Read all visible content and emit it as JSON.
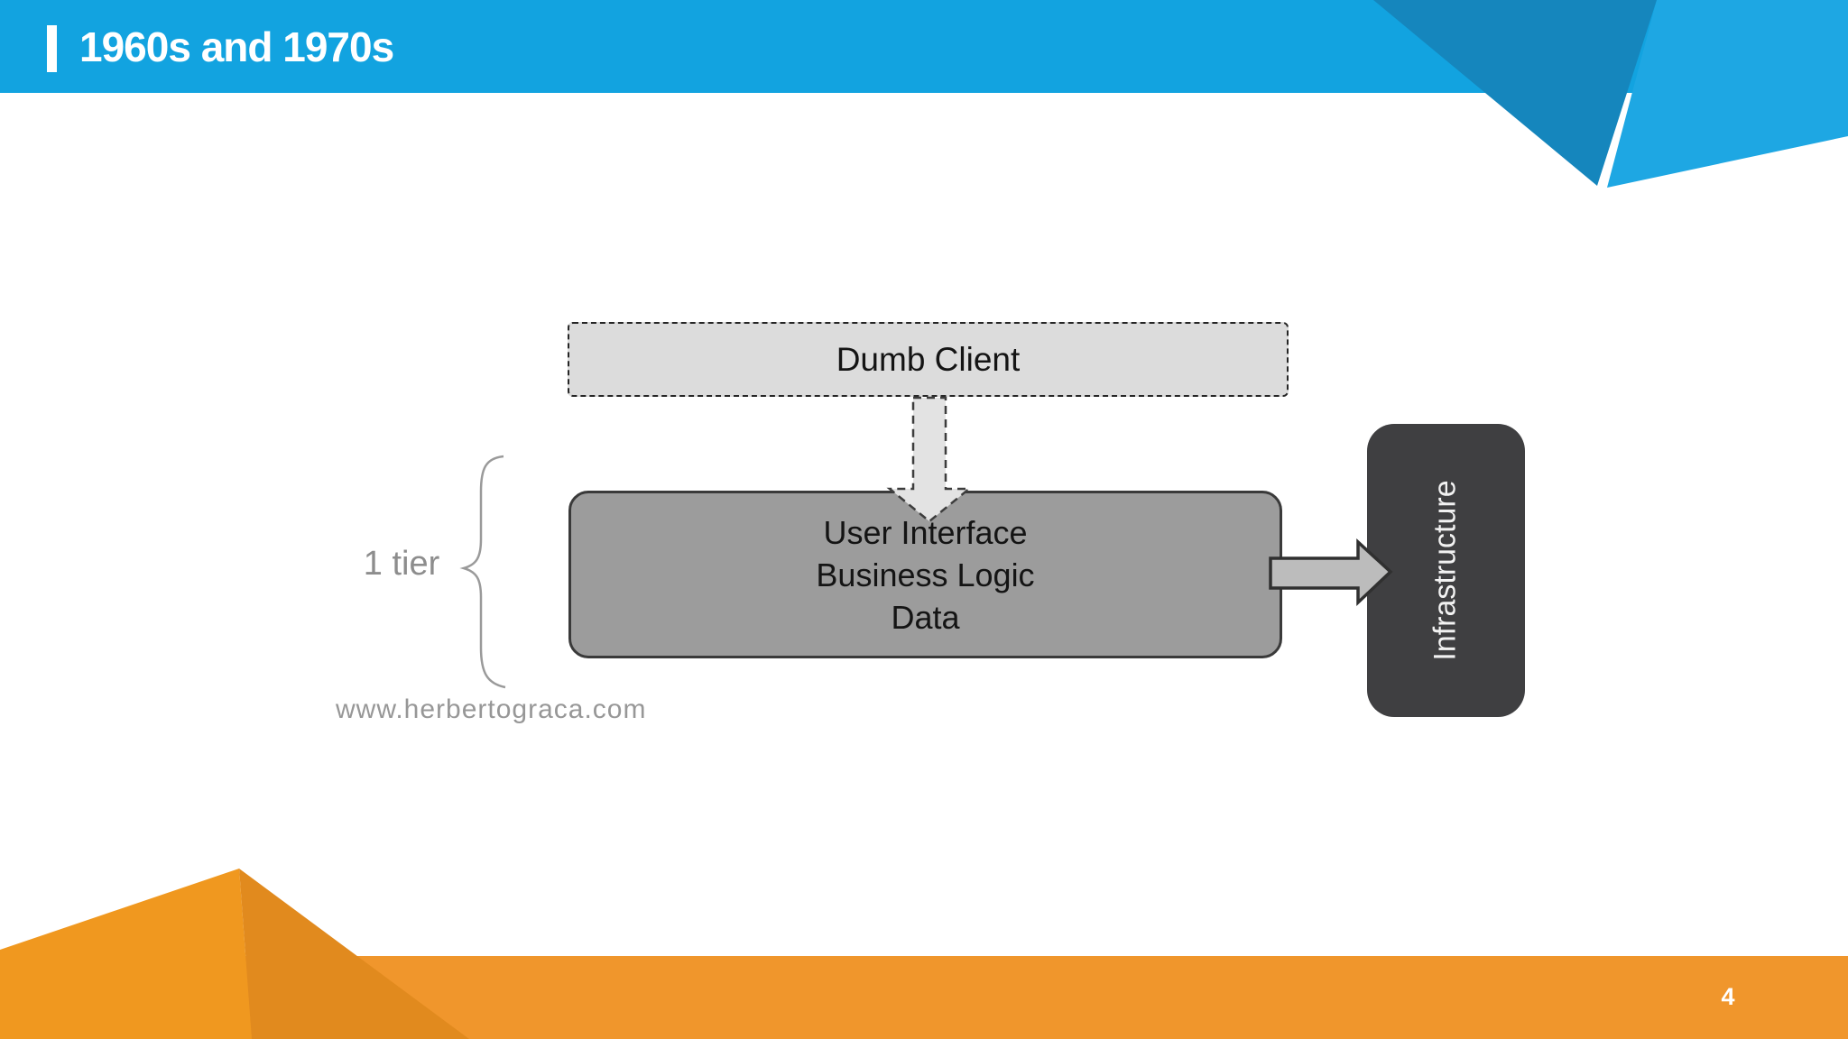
{
  "slide": {
    "header": {
      "title": "1960s and 1970s"
    },
    "footer": {
      "page_number": "4"
    }
  },
  "diagram": {
    "dumb_client_label": "Dumb Client",
    "tier_brace_label": "1 tier",
    "tier_box_lines": [
      "User Interface",
      "Business Logic",
      "Data"
    ],
    "infrastructure_label": "Infrastructure",
    "watermark": "www.herbertograca.com"
  },
  "colors": {
    "header_blue": "#12a3e0",
    "header_tri_dark": "#1586bd",
    "header_tri_light": "#1ea7e3",
    "footer_orange": "#f0962c",
    "mountain_light": "#f0981f",
    "mountain_dark": "#e18a1e",
    "dumb_fill": "#dcdcdc",
    "main_fill": "#9c9c9c",
    "main_border": "#3a3a3a",
    "infra_fill": "#3f3f41",
    "infra_text": "#f2f2f2",
    "arrow_down_fill": "#e3e3e3",
    "arrow_right_fill": "#bcbcbc",
    "text_gray": "#8d8d8d"
  }
}
